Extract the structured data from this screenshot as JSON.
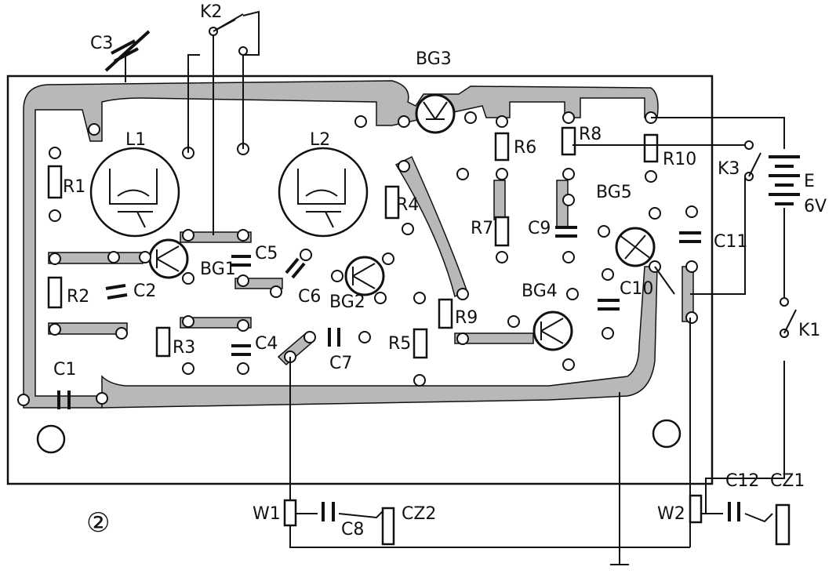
{
  "figure": {
    "number": "②"
  },
  "labels": {
    "K2": "K2",
    "C3": "C3",
    "BG3": "BG3",
    "L1": "L1",
    "L2": "L2",
    "R1": "R1",
    "R2": "R2",
    "R3": "R3",
    "R4": "R4",
    "R5": "R5",
    "R6": "R6",
    "R7": "R7",
    "R8": "R8",
    "R9": "R9",
    "R10": "R10",
    "C1": "C1",
    "C2": "C2",
    "C4": "C4",
    "C5": "C5",
    "C6": "C6",
    "C7": "C7",
    "C8": "C8",
    "C9": "C9",
    "C10": "C10",
    "C11": "C11",
    "C12": "C12",
    "BG1": "BG1",
    "BG2": "BG2",
    "BG4": "BG4",
    "BG5": "BG5",
    "K3": "K3",
    "E": "E",
    "V": "6V",
    "K1": "K1",
    "W1": "W1",
    "W2": "W2",
    "CZ1": "CZ1",
    "CZ2": "CZ2"
  },
  "colors": {
    "ink": "#111111",
    "track": "#b8b8b8",
    "paper": "#ffffff"
  }
}
